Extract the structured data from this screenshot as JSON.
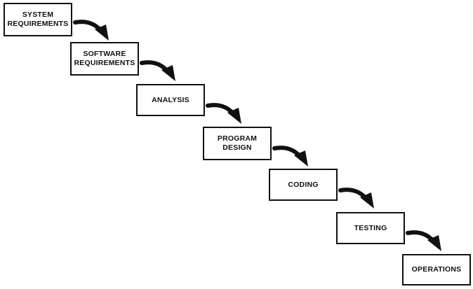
{
  "diagram": {
    "type": "waterfall",
    "stages": [
      {
        "label": "SYSTEM\nREQUIREMENTS"
      },
      {
        "label": "SOFTWARE\nREQUIREMENTS"
      },
      {
        "label": "ANALYSIS"
      },
      {
        "label": "PROGRAM\nDESIGN"
      },
      {
        "label": "CODING"
      },
      {
        "label": "TESTING"
      },
      {
        "label": "OPERATIONS"
      }
    ],
    "connections": [
      {
        "from": 0,
        "to": 1
      },
      {
        "from": 1,
        "to": 2
      },
      {
        "from": 2,
        "to": 3
      },
      {
        "from": 3,
        "to": 4
      },
      {
        "from": 4,
        "to": 5
      },
      {
        "from": 5,
        "to": 6
      }
    ],
    "colors": {
      "stroke": "#111111",
      "fill": "#ffffff",
      "text": "#111111"
    }
  }
}
